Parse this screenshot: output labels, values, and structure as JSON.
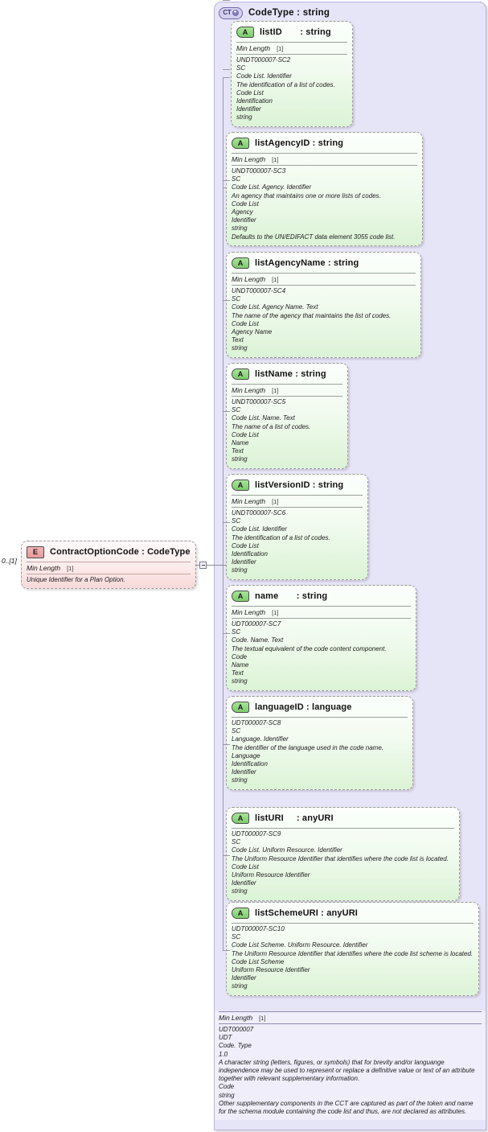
{
  "diagram": {
    "type": "xsd-schema-diagram",
    "complex_type": {
      "icon": "complex-type-expand-icon",
      "icon_label": "CT",
      "icon_plus": "+",
      "title": "CodeType : string"
    },
    "element": {
      "icon_label": "E",
      "title": "ContractOptionCode : CodeType",
      "cardinality": "0..[1]",
      "min_length_label": "Min Length",
      "min_length_value": "[1]",
      "documentation": "Unique Identifier for a Plan Option."
    },
    "attributes": [
      {
        "icon_label": "A",
        "name": "listID",
        "separator": ": string",
        "name_display": "listID       : string",
        "min_length_label": "Min Length",
        "min_length_value": "[1]",
        "doc_lines": [
          "UNDT000007-SC2",
          "SC",
          "Code List. Identifier",
          "The identification of a list of codes.",
          "Code List",
          "Identification",
          "Identifier",
          "string"
        ]
      },
      {
        "icon_label": "A",
        "name": "listAgencyID",
        "separator": ": string",
        "name_display": "listAgencyID : string",
        "min_length_label": "Min Length",
        "min_length_value": "[1]",
        "doc_lines": [
          "UNDT000007-SC3",
          "SC",
          "Code List. Agency. Identifier",
          "An agency that maintains one or more lists of codes.",
          "Code List",
          "Agency",
          "Identifier",
          "string",
          "Defaults to the UN/EDIFACT data element 3055 code list."
        ]
      },
      {
        "icon_label": "A",
        "name": "listAgencyName",
        "separator": ": string",
        "name_display": "listAgencyName : string",
        "min_length_label": "Min Length",
        "min_length_value": "[1]",
        "doc_lines": [
          "UNDT000007-SC4",
          "SC",
          "Code List. Agency Name. Text",
          "The name of the agency that maintains the list of codes.",
          "Code List",
          "Agency Name",
          "Text",
          "string"
        ]
      },
      {
        "icon_label": "A",
        "name": "listName",
        "separator": ": string",
        "name_display": "listName : string",
        "min_length_label": "Min Length",
        "min_length_value": "[1]",
        "doc_lines": [
          "UNDT000007-SC5",
          "SC",
          "Code List. Name. Text",
          "The name of a list of codes.",
          "Code List",
          "Name",
          "Text",
          "string"
        ]
      },
      {
        "icon_label": "A",
        "name": "listVersionID",
        "separator": ": string",
        "name_display": "listVersionID : string",
        "min_length_label": "Min Length",
        "min_length_value": "[1]",
        "doc_lines": [
          "UNDT000007-SC6",
          "SC",
          "Code List. Identifier",
          "The identification of a list of codes.",
          "Code List",
          "Identification",
          "Identifier",
          "string"
        ]
      },
      {
        "icon_label": "A",
        "name": "name",
        "separator": ": string",
        "name_display": "name       : string",
        "min_length_label": "Min Length",
        "min_length_value": "[1]",
        "doc_lines": [
          "UDT000007-SC7",
          "SC",
          "Code. Name. Text",
          "The textual equivalent of the code content component.",
          "Code",
          "Name",
          "Text",
          "string"
        ]
      },
      {
        "icon_label": "A",
        "name": "languageID",
        "separator": ": language",
        "name_display": "languageID : language",
        "min_length_label": "",
        "min_length_value": "",
        "doc_lines": [
          "UDT000007-SC8",
          "SC",
          "Language. Identifier",
          "The identifier of the language used in the code name.",
          "Language",
          "Identification",
          "Identifier",
          "string"
        ]
      },
      {
        "icon_label": "A",
        "name": "listURI",
        "separator": ": anyURI",
        "name_display": "listURI     : anyURI",
        "min_length_label": "",
        "min_length_value": "",
        "doc_lines": [
          "UDT000007-SC9",
          "SC",
          "Code List. Uniform Resource. Identifier",
          "The Uniform Resource Identifier that identifies where the code list is located.",
          "Code List",
          "Uniform Resource Identifier",
          "Identifier",
          "string"
        ]
      },
      {
        "icon_label": "A",
        "name": "listSchemeURI",
        "separator": ": anyURI",
        "name_display": "listSchemeURI : anyURI",
        "min_length_label": "",
        "min_length_value": "",
        "doc_lines": [
          "UDT000007-SC10",
          "SC",
          "Code List Scheme. Uniform Resource. Identifier",
          "The Uniform Resource Identifier that identifies where the code list scheme is located.",
          "Code List Scheme",
          "Uniform Resource Identifier",
          "Identifier",
          "string"
        ]
      }
    ],
    "type_summary": {
      "min_length_label": "Min Length",
      "min_length_value": "[1]",
      "doc_lines": [
        "UDT000007",
        "UDT",
        "Code. Type",
        "1.0",
        "A character string (letters, figures, or symbols) that for brevity and/or languange independence may be used to represent or replace a definitive value or text of an attribute together with relevant supplementary information.",
        "Code",
        "string",
        "Other supplementary components in the CCT are captured as part of the token and name for the schema module containing the code list and thus, are not declared as attributes."
      ]
    }
  },
  "colors": {
    "container_bg": "#e6e4f7",
    "attribute_bg": "#e8f7e2",
    "element_bg": "#fbe3e3",
    "line": "#9a99a8"
  }
}
